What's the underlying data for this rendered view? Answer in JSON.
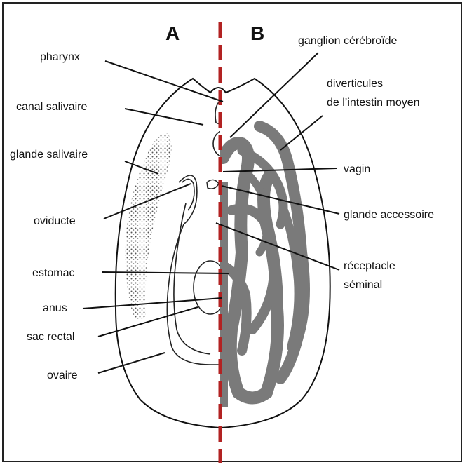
{
  "colors": {
    "axis": "#b22222",
    "ink": "#111111",
    "stipple": "#555555",
    "fill_b": "#7a7a7a"
  },
  "sides": {
    "a": "A",
    "b": "B"
  },
  "labels": {
    "pharynx": "pharynx",
    "canal_salivaire": "canal salivaire",
    "glande_salivaire": "glande salivaire",
    "oviducte": "oviducte",
    "estomac": "estomac",
    "anus": "anus",
    "sac_rectal": "sac rectal",
    "ovaire": "ovaire",
    "ganglion": "ganglion cérébroïde",
    "diverticules_1": "diverticules",
    "diverticules_2": "de l’intestin moyen",
    "vagin": "vagin",
    "glande_accessoire": "glande accessoire",
    "receptacle_1": "réceptacle",
    "receptacle_2": "séminal"
  }
}
